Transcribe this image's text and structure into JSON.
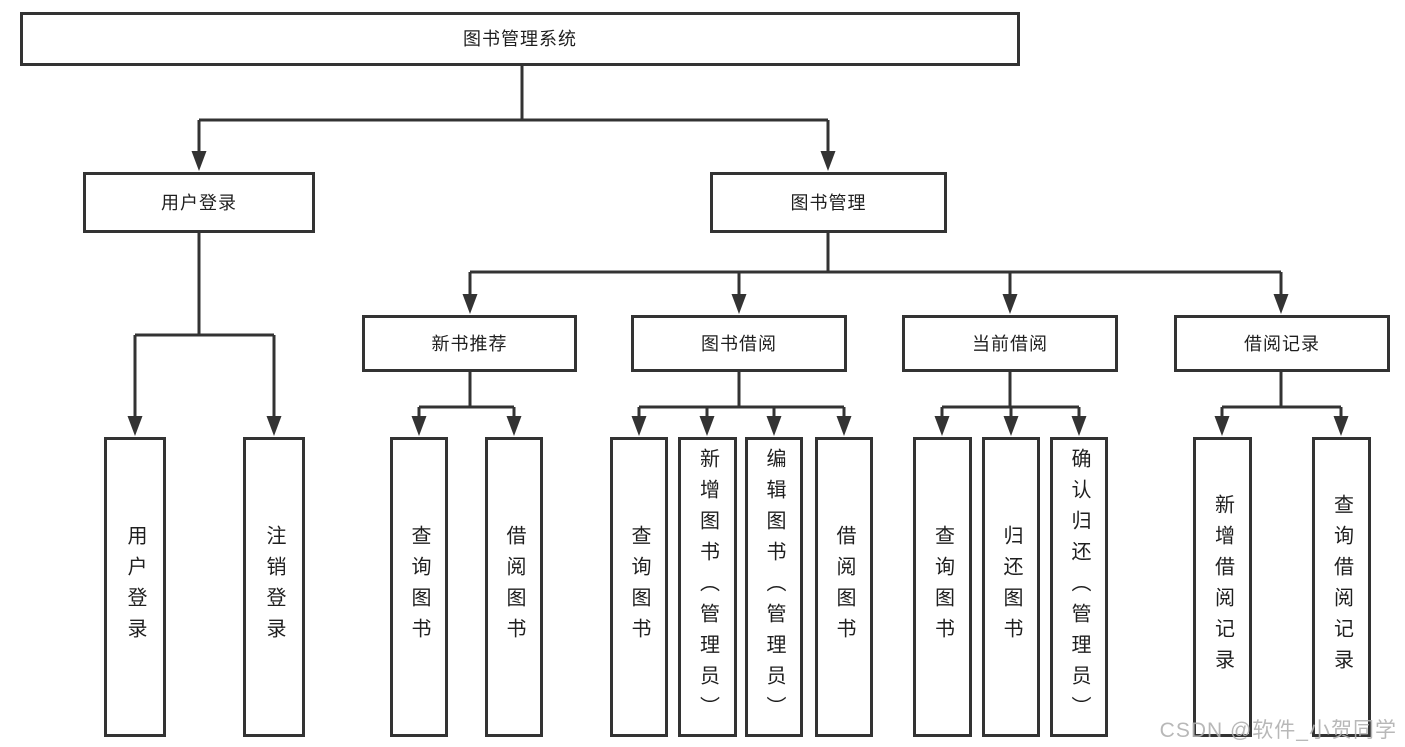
{
  "diagram": {
    "root": {
      "label": "图书管理系统"
    },
    "level2": [
      {
        "label": "用户登录",
        "children": [
          {
            "label": "用户登录"
          },
          {
            "label": "注销登录"
          }
        ]
      },
      {
        "label": "图书管理",
        "children": [
          {
            "label": "新书推荐",
            "children": [
              {
                "label": "查询图书"
              },
              {
                "label": "借阅图书"
              }
            ]
          },
          {
            "label": "图书借阅",
            "children": [
              {
                "label": "查询图书"
              },
              {
                "label": "新增图书（管理员）"
              },
              {
                "label": "编辑图书（管理员）"
              },
              {
                "label": "借阅图书"
              }
            ]
          },
          {
            "label": "当前借阅",
            "children": [
              {
                "label": "查询图书"
              },
              {
                "label": "归还图书"
              },
              {
                "label": "确认归还（管理员）"
              }
            ]
          },
          {
            "label": "借阅记录",
            "children": [
              {
                "label": "新增借阅记录"
              },
              {
                "label": "查询借阅记录"
              }
            ]
          }
        ]
      }
    ]
  },
  "watermark": {
    "text": "CSDN @软件_小贺同学"
  },
  "colors": {
    "line": "#333333",
    "text": "#1f1f1f",
    "background": "#ffffff",
    "watermark": "#b0b0b0"
  }
}
